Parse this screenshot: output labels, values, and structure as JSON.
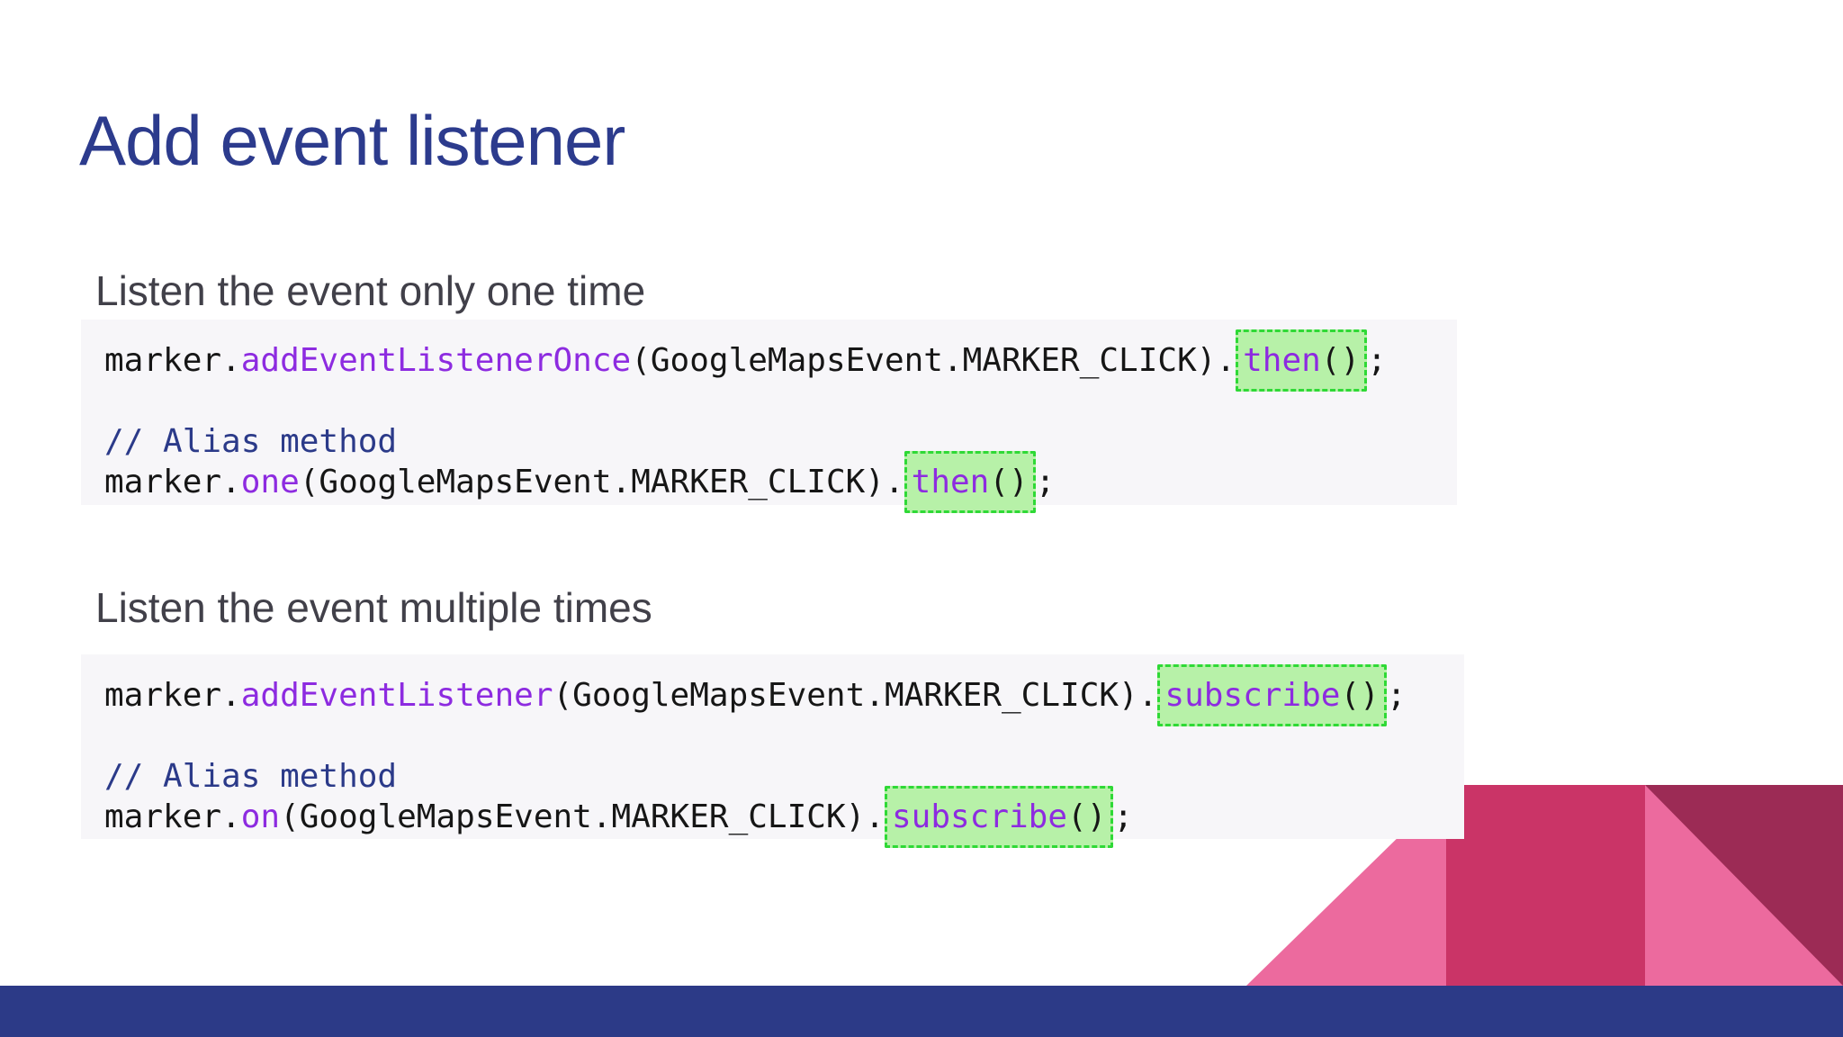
{
  "slide": {
    "title": "Add event listener",
    "sections": [
      {
        "heading": "Listen the event only one time",
        "code_lines": [
          [
            {
              "t": "marker.",
              "c": "plain"
            },
            {
              "t": "addEventListenerOnce",
              "c": "keyword"
            },
            {
              "t": "(GoogleMapsEvent.MARKER_CLICK).",
              "c": "plain"
            },
            {
              "t": "then",
              "c": "keyword",
              "h": true
            },
            {
              "t": "()",
              "c": "plain",
              "h": true
            },
            {
              "t": ";",
              "c": "plain"
            }
          ],
          [],
          [
            {
              "t": "// Alias method",
              "c": "comment"
            }
          ],
          [
            {
              "t": "marker.",
              "c": "plain"
            },
            {
              "t": "one",
              "c": "keyword"
            },
            {
              "t": "(GoogleMapsEvent.MARKER_CLICK).",
              "c": "plain"
            },
            {
              "t": "then",
              "c": "keyword",
              "h": true
            },
            {
              "t": "()",
              "c": "plain",
              "h": true
            },
            {
              "t": ";",
              "c": "plain"
            }
          ]
        ]
      },
      {
        "heading": "Listen the event multiple times",
        "code_lines": [
          [
            {
              "t": "marker.",
              "c": "plain"
            },
            {
              "t": "addEventListener",
              "c": "keyword"
            },
            {
              "t": "(GoogleMapsEvent.MARKER_CLICK).",
              "c": "plain"
            },
            {
              "t": "subscribe",
              "c": "keyword",
              "h": true
            },
            {
              "t": "()",
              "c": "plain",
              "h": true
            },
            {
              "t": ";",
              "c": "plain"
            }
          ],
          [],
          [
            {
              "t": "// Alias method",
              "c": "comment"
            }
          ],
          [
            {
              "t": "marker.",
              "c": "plain"
            },
            {
              "t": "on",
              "c": "keyword"
            },
            {
              "t": "(GoogleMapsEvent.MARKER_CLICK).",
              "c": "plain"
            },
            {
              "t": "subscribe",
              "c": "keyword",
              "h": true
            },
            {
              "t": "()",
              "c": "plain",
              "h": true
            },
            {
              "t": ";",
              "c": "plain"
            }
          ]
        ]
      }
    ]
  },
  "colors": {
    "title": "#2c3b8d",
    "heading": "#414049",
    "blockBg": "#f7f6f9",
    "plain": "#161616",
    "keyword": "#8d2be0",
    "comment": "#2b3a89",
    "hlBg": "#b7f1a8",
    "hlBorder": "#2fd936",
    "pinkLight": "#ec6a9e",
    "pinkMid": "#ca3467",
    "maroon": "#9c2b55",
    "bar": "#2c3a87"
  }
}
